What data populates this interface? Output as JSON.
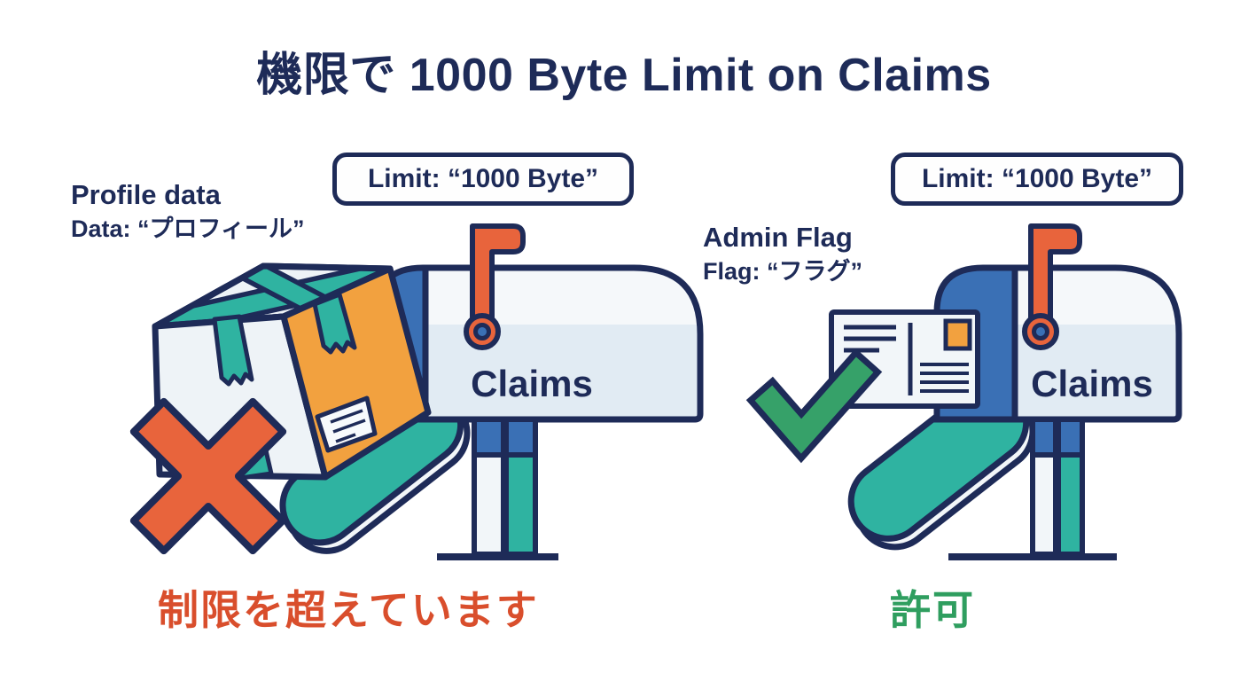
{
  "title": "機限で 1000 Byte Limit on Claims",
  "palette": {
    "navy_outline": "#1e2b58",
    "lid_blue": "#3a70b5",
    "door_teal": "#2fb3a1",
    "flag_orange": "#e8643c",
    "package_orange": "#f2a13f",
    "mailbox_body": "#f5f8fa",
    "mailbox_band": "#e1ebf3",
    "error_red": "#d94e2c",
    "success_green": "#2f9e5f"
  },
  "left_panel": {
    "label_title": "Profile data",
    "label_detail": "Data: “プロフィール”",
    "limit_badge": "Limit: “1000 Byte”",
    "mailbox_label": "Claims",
    "icon": "x-cross-icon",
    "status_text": "制限を超えています"
  },
  "right_panel": {
    "label_title": "Admin Flag",
    "label_detail": "Flag: “フラグ”",
    "limit_badge": "Limit: “1000 Byte”",
    "mailbox_label": "Claims",
    "icon": "checkmark-icon",
    "status_text": "許可"
  }
}
